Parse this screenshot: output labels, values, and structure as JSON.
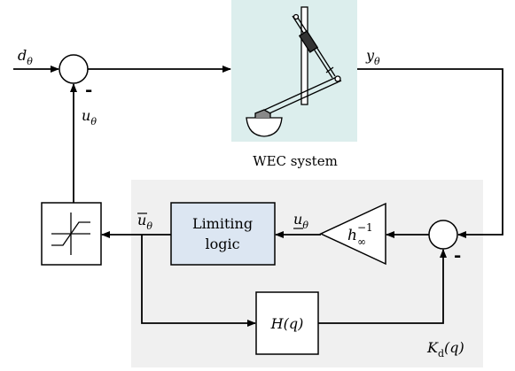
{
  "colors": {
    "wec_panel": "#dceeed",
    "controller_panel": "#f0f0f0",
    "limiting_block": "#dce6f2",
    "line": "#000000"
  },
  "signals": {
    "disturbance_base": "d",
    "disturbance_sub": "θ",
    "control_base": "u",
    "control_sub": "θ",
    "output_base": "y",
    "output_sub": "θ",
    "limited_control_base": "u",
    "limited_control_sub": "θ",
    "unlimited_control_base": "u",
    "unlimited_control_sub": "θ",
    "minus_sign": "-"
  },
  "blocks": {
    "wec_caption": "WEC system",
    "limiting_line1": "Limiting",
    "limiting_line2": "logic",
    "gain_base": "h",
    "gain_sub": "∞",
    "gain_sup": "−1",
    "filter_label": "H(q)",
    "controller_base": "K",
    "controller_sub": "d",
    "controller_arg": "(q)"
  },
  "icons": {
    "saturation": "saturation-icon",
    "wec_device": "wec-device-icon"
  }
}
